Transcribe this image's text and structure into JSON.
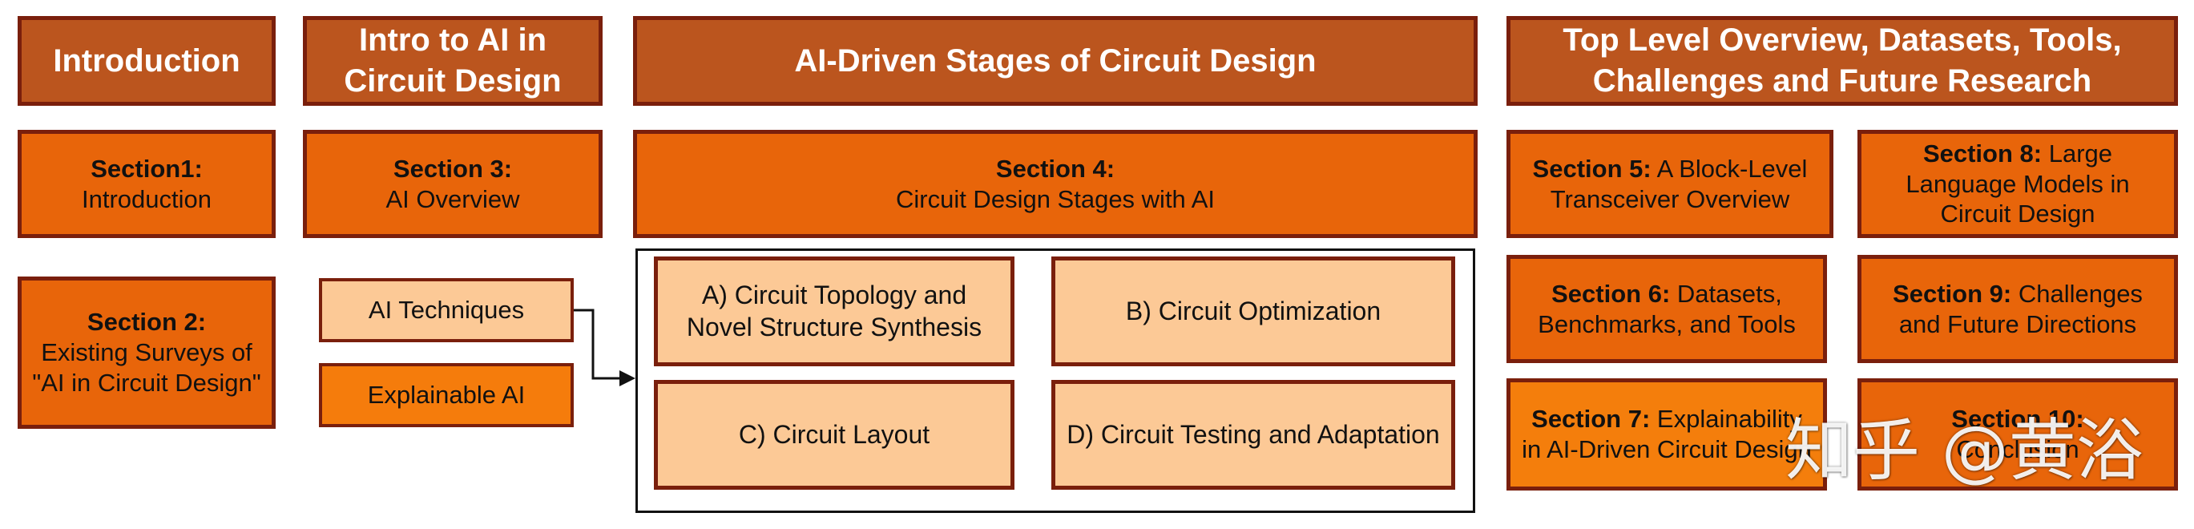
{
  "headers": {
    "col1": "Introduction",
    "col2": "Intro to AI in Circuit Design",
    "col3": "AI-Driven Stages of Circuit Design",
    "col4": "Top Level Overview, Datasets, Tools, Challenges and Future Research"
  },
  "sections": {
    "s1": {
      "num": "Section1:",
      "title": "Introduction"
    },
    "s2": {
      "num": "Section 2:",
      "title": "Existing Surveys of \"AI in Circuit Design\""
    },
    "s3": {
      "num": "Section 3:",
      "title": "AI Overview"
    },
    "s4": {
      "num": "Section 4:",
      "title": "Circuit Design Stages with AI"
    },
    "s5": {
      "num": "Section 5:",
      "title": "A Block-Level Transceiver Overview"
    },
    "s6": {
      "num": "Section 6:",
      "title": "Datasets, Benchmarks, and Tools"
    },
    "s7": {
      "num": "Section 7:",
      "title": "Explainability in AI-Driven Circuit Design"
    },
    "s8": {
      "num": "Section 8:",
      "title": "Large Language Models in Circuit Design"
    },
    "s9": {
      "num": "Section 9:",
      "title": "Challenges and Future Directions"
    },
    "s10": {
      "num": "Section 10:",
      "title": "Conclusion"
    }
  },
  "ai_items": [
    "AI Techniques",
    "Explainable AI"
  ],
  "stages": {
    "a": "A) Circuit Topology and Novel Structure Synthesis",
    "b": "B) Circuit Optimization",
    "c": "C) Circuit Layout",
    "d": "D) Circuit Testing and Adaptation"
  },
  "watermark": "知乎 @黄浴",
  "colors": {
    "header_fill": "#bb551e",
    "section_fill": "#e8650a",
    "stage_fill": "#fcc996",
    "border": "#7a1f0c"
  }
}
